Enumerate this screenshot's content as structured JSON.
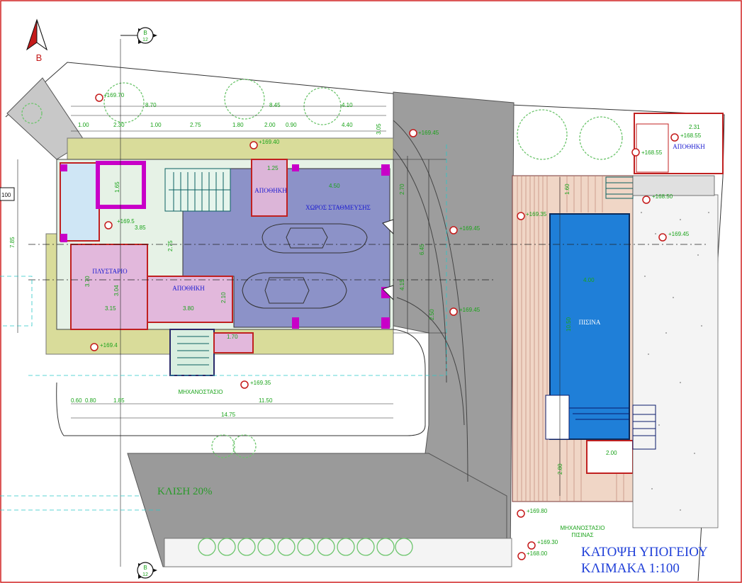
{
  "title": {
    "line1": "ΚΑΤΟΨΗ ΥΠΟΓΕΙΟΥ",
    "line2": "ΚΛΙΜΑΚΑ 1:100"
  },
  "north": {
    "letter": "B"
  },
  "section_marks": {
    "top": "B",
    "top_num": "12",
    "bottom": "B",
    "bottom_num": "12"
  },
  "rooms": {
    "parking": "ΧΩΡΟΣ ΣΤΑΘΜΕΥΣΗΣ",
    "storage_left": "ΑΠΟΘΗΚΗ",
    "storage_top": "ΑΠΟΘΗΚΗ",
    "laundry": "ΠΛΥΣΤΑΡΙΟ",
    "machine_room": "ΜΗΧΑΝΟΣΤΑΣΙΟ",
    "pool": "ΠΙΣΙΝΑ",
    "pool_machine_room_l1": "ΜΗΧΑΝΟΣΤΑΣΙΟ",
    "pool_machine_room_l2": "ΠΙΣΙΝΑΣ",
    "storage_pool": "ΑΠΟΘΗΚΗ"
  },
  "slope": "ΚΛΙΣΗ 20%",
  "levels": {
    "l1": "+169.70",
    "l2": "+169.45",
    "l3": "+169.40",
    "l4": "+169.5",
    "l5": "+169.45",
    "l6": "+169.45",
    "l7": "+169.4",
    "l8": "+169.35",
    "l9": "+168.55",
    "l10": "+168.55",
    "l11": "+169.35",
    "l12": "+169.45",
    "l13": "+169.80",
    "l14": "+169.30",
    "l15": "+168.00",
    "l16": "+168.50"
  },
  "dims": {
    "d_870": "8.70",
    "d_845": "8.45",
    "d_410": "4.10",
    "d_100a": "1.00",
    "d_230": "2.30",
    "d_100b": "1.00",
    "d_275a": "2.75",
    "d_180": "1.80",
    "d_200": "2.00",
    "d_090": "0.90",
    "d_440": "4.40",
    "d_305": "3.05",
    "d_125": "1.25",
    "d_450": "4.50",
    "d_270": "2.70",
    "d_165": "1.65",
    "d_385": "3.85",
    "d_275b": "2.75",
    "d_370": "3.70",
    "d_304": "3.04",
    "d_315": "3.15",
    "d_380": "3.80",
    "d_210": "2.10",
    "d_415": "4.15",
    "d_645": "6.45",
    "d_250": "2.50",
    "d_1475": "14.75",
    "d_1150": "11.50",
    "d_060": "0.60",
    "d_080": "0.80",
    "d_185": "1.85",
    "d_785": "7.85",
    "d_400": "4.00",
    "d_1050": "10.50",
    "d_200b": "2.00",
    "d_280": "2.80",
    "d_231": "2.31",
    "d_160": "1.60",
    "d_edge": "100",
    "d_170": "1.70"
  }
}
